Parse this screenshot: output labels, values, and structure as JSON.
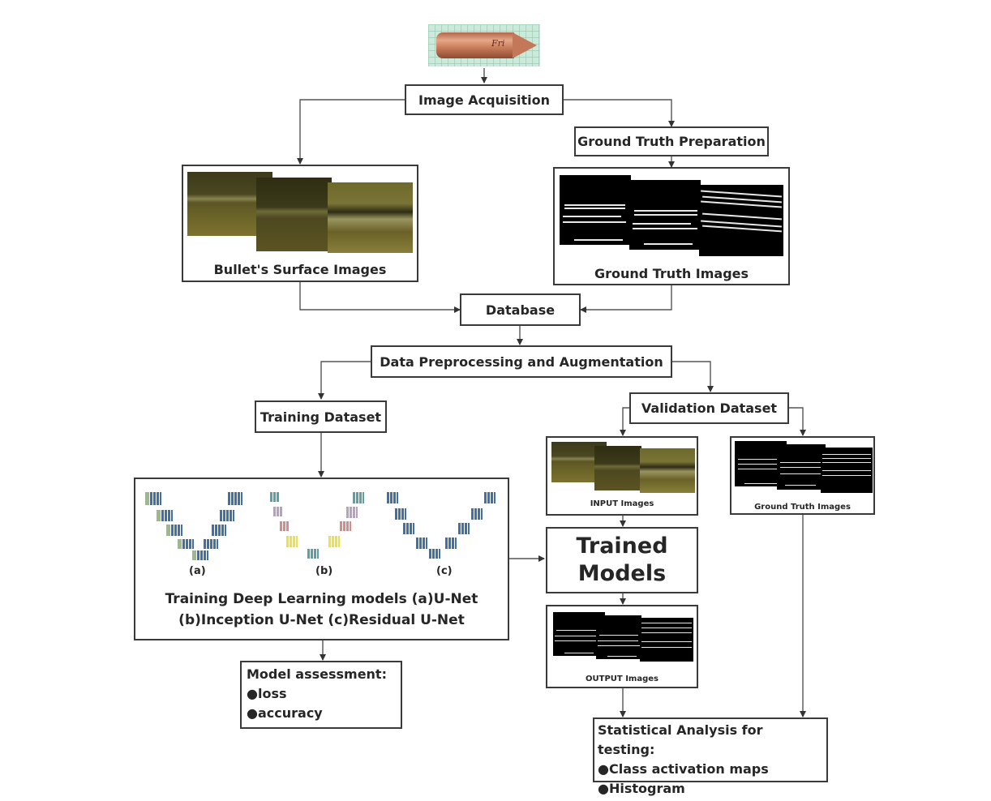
{
  "diagram": {
    "nodes": {
      "bullet_photo": {
        "label": "",
        "mark": "Fri",
        "icon": "bullet-photo"
      },
      "image_acquisition": {
        "label": "Image Acquisition"
      },
      "ground_truth_preparation": {
        "label": "Ground Truth Preparation"
      },
      "bullet_surface_images": {
        "label": "Bullet's Surface Images"
      },
      "ground_truth_images": {
        "label": "Ground Truth Images"
      },
      "database": {
        "label": "Database"
      },
      "preprocessing": {
        "label": "Data Preprocessing and Augmentation"
      },
      "training_dataset": {
        "label": "Training Dataset"
      },
      "validation_dataset": {
        "label": "Validation Dataset"
      },
      "training_models": {
        "line1": "Training Deep Learning models (a)U-Net",
        "line2": "(b)Inception U-Net (c)Residual U-Net",
        "sublabels": [
          "(a)",
          "(b)",
          "(c)"
        ]
      },
      "input_images": {
        "label": "INPUT Images"
      },
      "val_ground_truth_images": {
        "label": "Ground Truth Images"
      },
      "trained_models": {
        "line1": "Trained",
        "line2": "Models"
      },
      "output_images": {
        "label": "OUTPUT Images"
      },
      "model_assessment": {
        "title": "Model assessment:",
        "items": [
          "loss",
          "accuracy"
        ]
      },
      "statistical_analysis": {
        "title": "Statistical Analysis for testing:",
        "items": [
          "Class activation maps",
          "Histogram"
        ]
      }
    },
    "edges": [
      [
        "bullet_photo",
        "image_acquisition"
      ],
      [
        "image_acquisition",
        "bullet_surface_images"
      ],
      [
        "image_acquisition",
        "ground_truth_preparation"
      ],
      [
        "ground_truth_preparation",
        "ground_truth_images"
      ],
      [
        "bullet_surface_images",
        "database"
      ],
      [
        "ground_truth_images",
        "database"
      ],
      [
        "database",
        "preprocessing"
      ],
      [
        "preprocessing",
        "training_dataset"
      ],
      [
        "preprocessing",
        "validation_dataset"
      ],
      [
        "training_dataset",
        "training_models"
      ],
      [
        "validation_dataset",
        "input_images"
      ],
      [
        "validation_dataset",
        "val_ground_truth_images"
      ],
      [
        "training_models",
        "trained_models"
      ],
      [
        "training_models",
        "model_assessment"
      ],
      [
        "input_images",
        "trained_models"
      ],
      [
        "trained_models",
        "output_images"
      ],
      [
        "output_images",
        "statistical_analysis"
      ],
      [
        "val_ground_truth_images",
        "statistical_analysis"
      ]
    ],
    "bullet_symbol": "●"
  }
}
